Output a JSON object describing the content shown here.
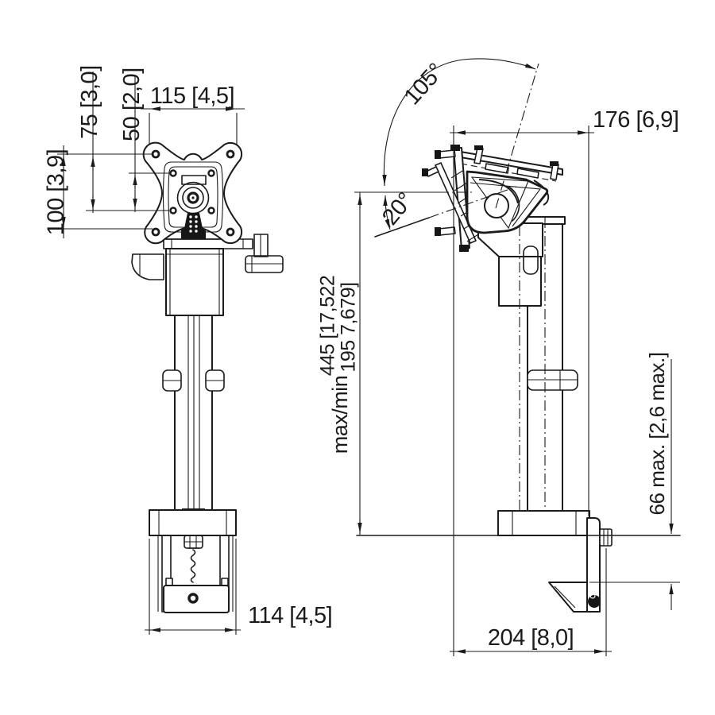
{
  "drawing": {
    "background": "#ffffff",
    "line_color": "#1b1b1b",
    "front_view": {
      "dim_width_top": "115 [4,5]",
      "dim_vesa_75": "75 [3,0]",
      "dim_vesa_50": "50 [2,0]",
      "dim_vesa_100": "100 [3,9]",
      "dim_width_bottom": "114 [4,5]"
    },
    "side_view": {
      "dim_swivel_angle": "105°",
      "dim_tilt_angle": "20°",
      "dim_depth_top": "176 [6,9]",
      "dim_height_prefix": "max/min",
      "dim_height_max_line": "445 [17,522",
      "dim_height_min_line": "195  7,679]",
      "dim_desk_thickness": "66 max. [2,6 max.]",
      "dim_depth_bottom": "204 [8,0]"
    }
  }
}
